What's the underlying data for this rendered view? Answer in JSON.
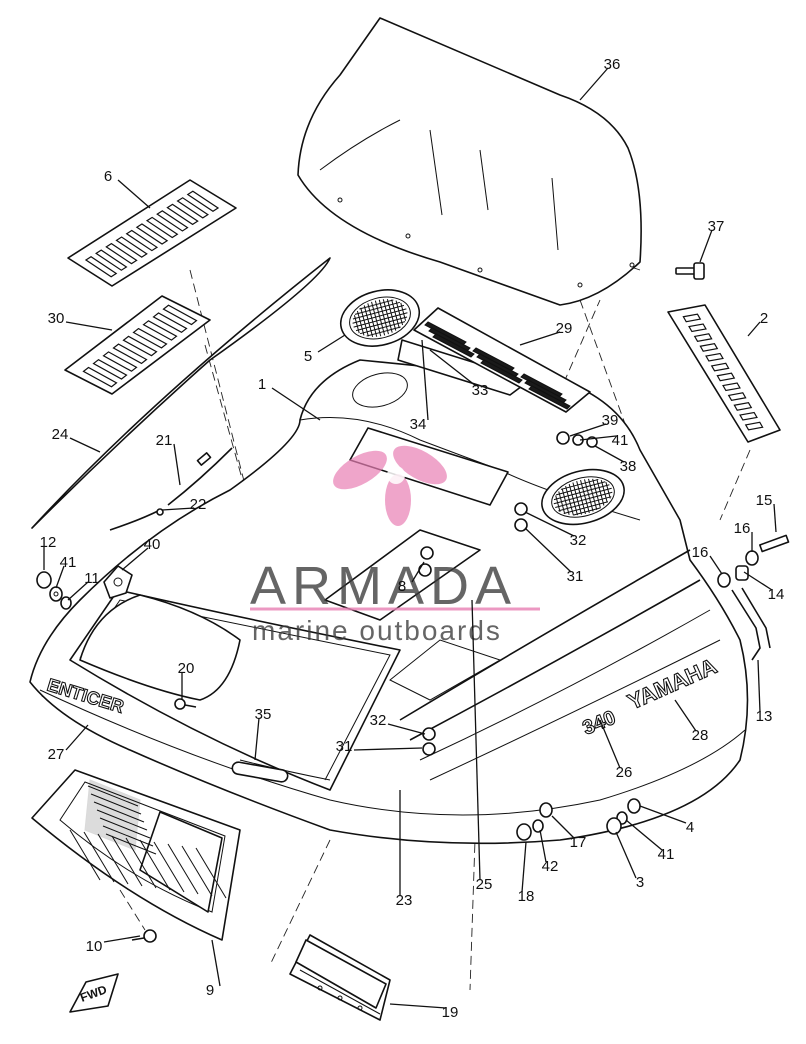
{
  "watermark": {
    "brand": "ARMADA",
    "tagline": "marine outboards",
    "logo_color": "#e87fb4"
  },
  "embossing": {
    "model_name": "ENTICER",
    "displacement": "340",
    "maker": "YAMAHA"
  },
  "direction_marker": "FWD",
  "callouts": [
    "36",
    "37",
    "6",
    "30",
    "5",
    "29",
    "2",
    "1",
    "33",
    "34",
    "39",
    "41",
    "38",
    "24",
    "21",
    "22",
    "32",
    "15",
    "16",
    "31",
    "12",
    "41",
    "11",
    "40",
    "8",
    "16",
    "14",
    "13",
    "20",
    "28",
    "35",
    "32",
    "26",
    "27",
    "31",
    "17",
    "4",
    "41",
    "42",
    "3",
    "18",
    "23",
    "25",
    "10",
    "9",
    "19"
  ]
}
